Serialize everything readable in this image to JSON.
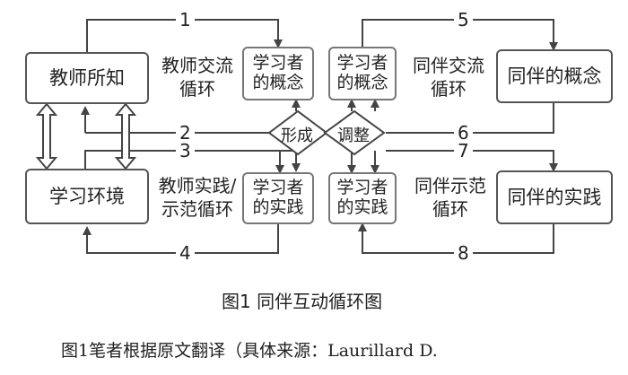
{
  "diagram": {
    "nodes": {
      "teacher_knowledge": "教师所知",
      "learning_env": "学习环境",
      "learner_concept_left": "学习者\n的概念",
      "learner_practice_left": "学习者\n的实践",
      "learner_concept_right": "学习者\n的概念",
      "learner_practice_right": "学习者\n的实践",
      "peer_concept": "同伴的概念",
      "peer_practice": "同伴的实践"
    },
    "cycle_labels": {
      "teacher_comm": "教师交流\n循环",
      "teacher_practice": "教师实践/\n示范循环",
      "peer_comm": "同伴交流\n循环",
      "peer_demo": "同伴示范\n循环"
    },
    "diamonds": {
      "form": "形成",
      "adjust": "调整"
    },
    "arrow_numbers": [
      "1",
      "2",
      "3",
      "4",
      "5",
      "6",
      "7",
      "8"
    ]
  },
  "caption": "图1  同伴互动循环图",
  "footer": "图1笔者根据原文翻译（具体来源：Laurillard D."
}
